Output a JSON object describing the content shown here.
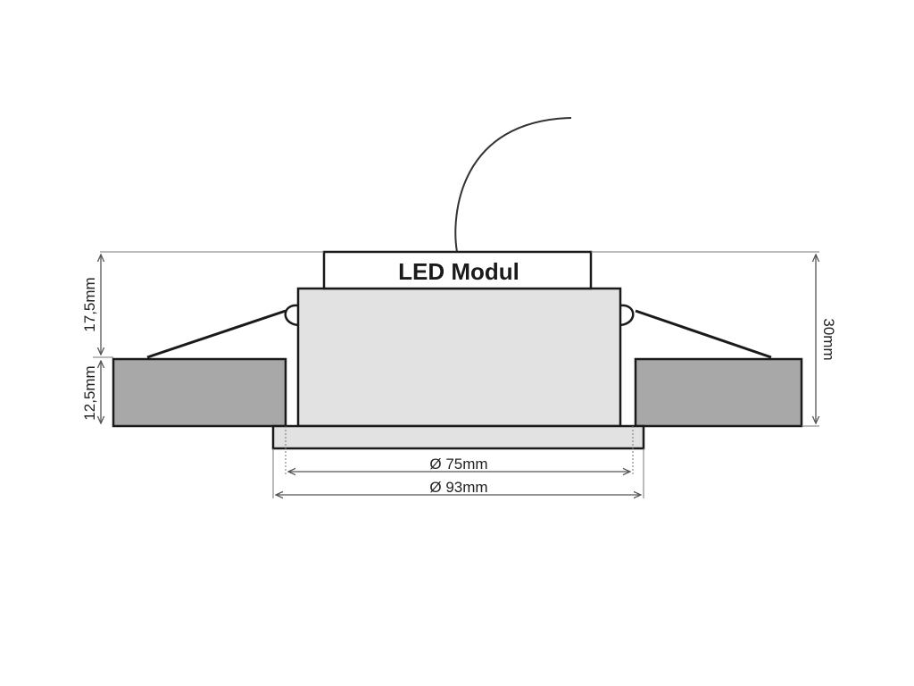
{
  "module_label": "LED Modul",
  "dimensions": {
    "upper_height": "17,5mm",
    "lower_height": "12,5mm",
    "total_height": "30mm",
    "inner_diameter": "Ø 75mm",
    "outer_diameter": "Ø 93mm"
  },
  "colors": {
    "ceiling": "#a8a8a8",
    "housing": "#e2e2e2",
    "outline": "#1a1a1a",
    "dim_line": "#555555"
  }
}
